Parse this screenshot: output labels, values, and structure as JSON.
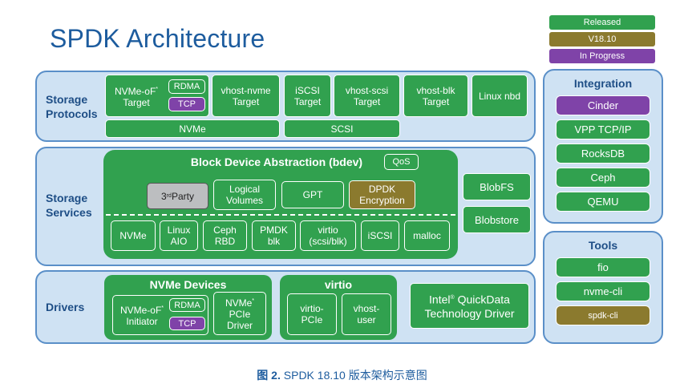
{
  "title": "SPDK Architecture",
  "legend": {
    "released": "Released",
    "version": "V18.10",
    "in_progress": "In Progress"
  },
  "colors": {
    "released": "#31a14f",
    "version": "#8b7a2e",
    "in_progress": "#7f43a8",
    "panel": "#cfe2f3",
    "border": "#5a8fc8"
  },
  "storage_protocols": {
    "label_line1": "Storage",
    "label_line2": "Protocols",
    "nvmeof_line1": "NVMe-oF",
    "nvmeof_sup": "*",
    "nvmeof_line2": "Target",
    "rdma": "RDMA",
    "tcp": "TCP",
    "vhost_nvme": "vhost-nvme Target",
    "iscsi": "iSCSI Target",
    "vhost_scsi": "vhost-scsi Target",
    "vhost_blk": "vhost-blk Target",
    "linux_nbd": "Linux nbd",
    "nvme_bar": "NVMe",
    "scsi_bar": "SCSI"
  },
  "storage_services": {
    "label_line1": "Storage",
    "label_line2": "Services",
    "bdev_title": "Block Device Abstraction (bdev)",
    "qos": "QoS",
    "third_party_sup": "rd",
    "third_party_prefix": "3",
    "third_party_suffix": " Party",
    "logical_volumes": "Logical Volumes",
    "gpt": "GPT",
    "dpdk_encryption": "DPDK Encryption",
    "modules": [
      "NVMe",
      "Linux AIO",
      "Ceph RBD",
      "PMDK blk",
      "virtio (scsi/blk)",
      "iSCSI",
      "malloc"
    ],
    "blobfs": "BlobFS",
    "blobstore": "Blobstore"
  },
  "drivers": {
    "label": "Drivers",
    "nvme_devices": "NVMe Devices",
    "nvmeof_initiator_line1": "NVMe-oF",
    "nvmeof_initiator_sup": "*",
    "nvmeof_initiator_line2": "Initiator",
    "rdma": "RDMA",
    "tcp": "TCP",
    "nvme_pcie_line1": "NVMe",
    "nvme_pcie_sup": "*",
    "nvme_pcie_line2": "PCIe",
    "nvme_pcie_line3": "Driver",
    "virtio": "virtio",
    "virtio_pcie": "virtio-PCIe",
    "vhost_user": "vhost-user",
    "quickdata_line1": "Intel",
    "quickdata_sup": "®",
    "quickdata_line1b": " QuickData",
    "quickdata_line2": "Technology Driver"
  },
  "integration": {
    "title": "Integration",
    "items": [
      "Cinder",
      "VPP TCP/IP",
      "RocksDB",
      "Ceph",
      "QEMU"
    ]
  },
  "tools": {
    "title": "Tools",
    "items": [
      "fio",
      "nvme-cli",
      "spdk-cli"
    ]
  },
  "caption": {
    "prefix": "图 2.",
    "text": " SPDK 18.10 版本架构示意图"
  }
}
